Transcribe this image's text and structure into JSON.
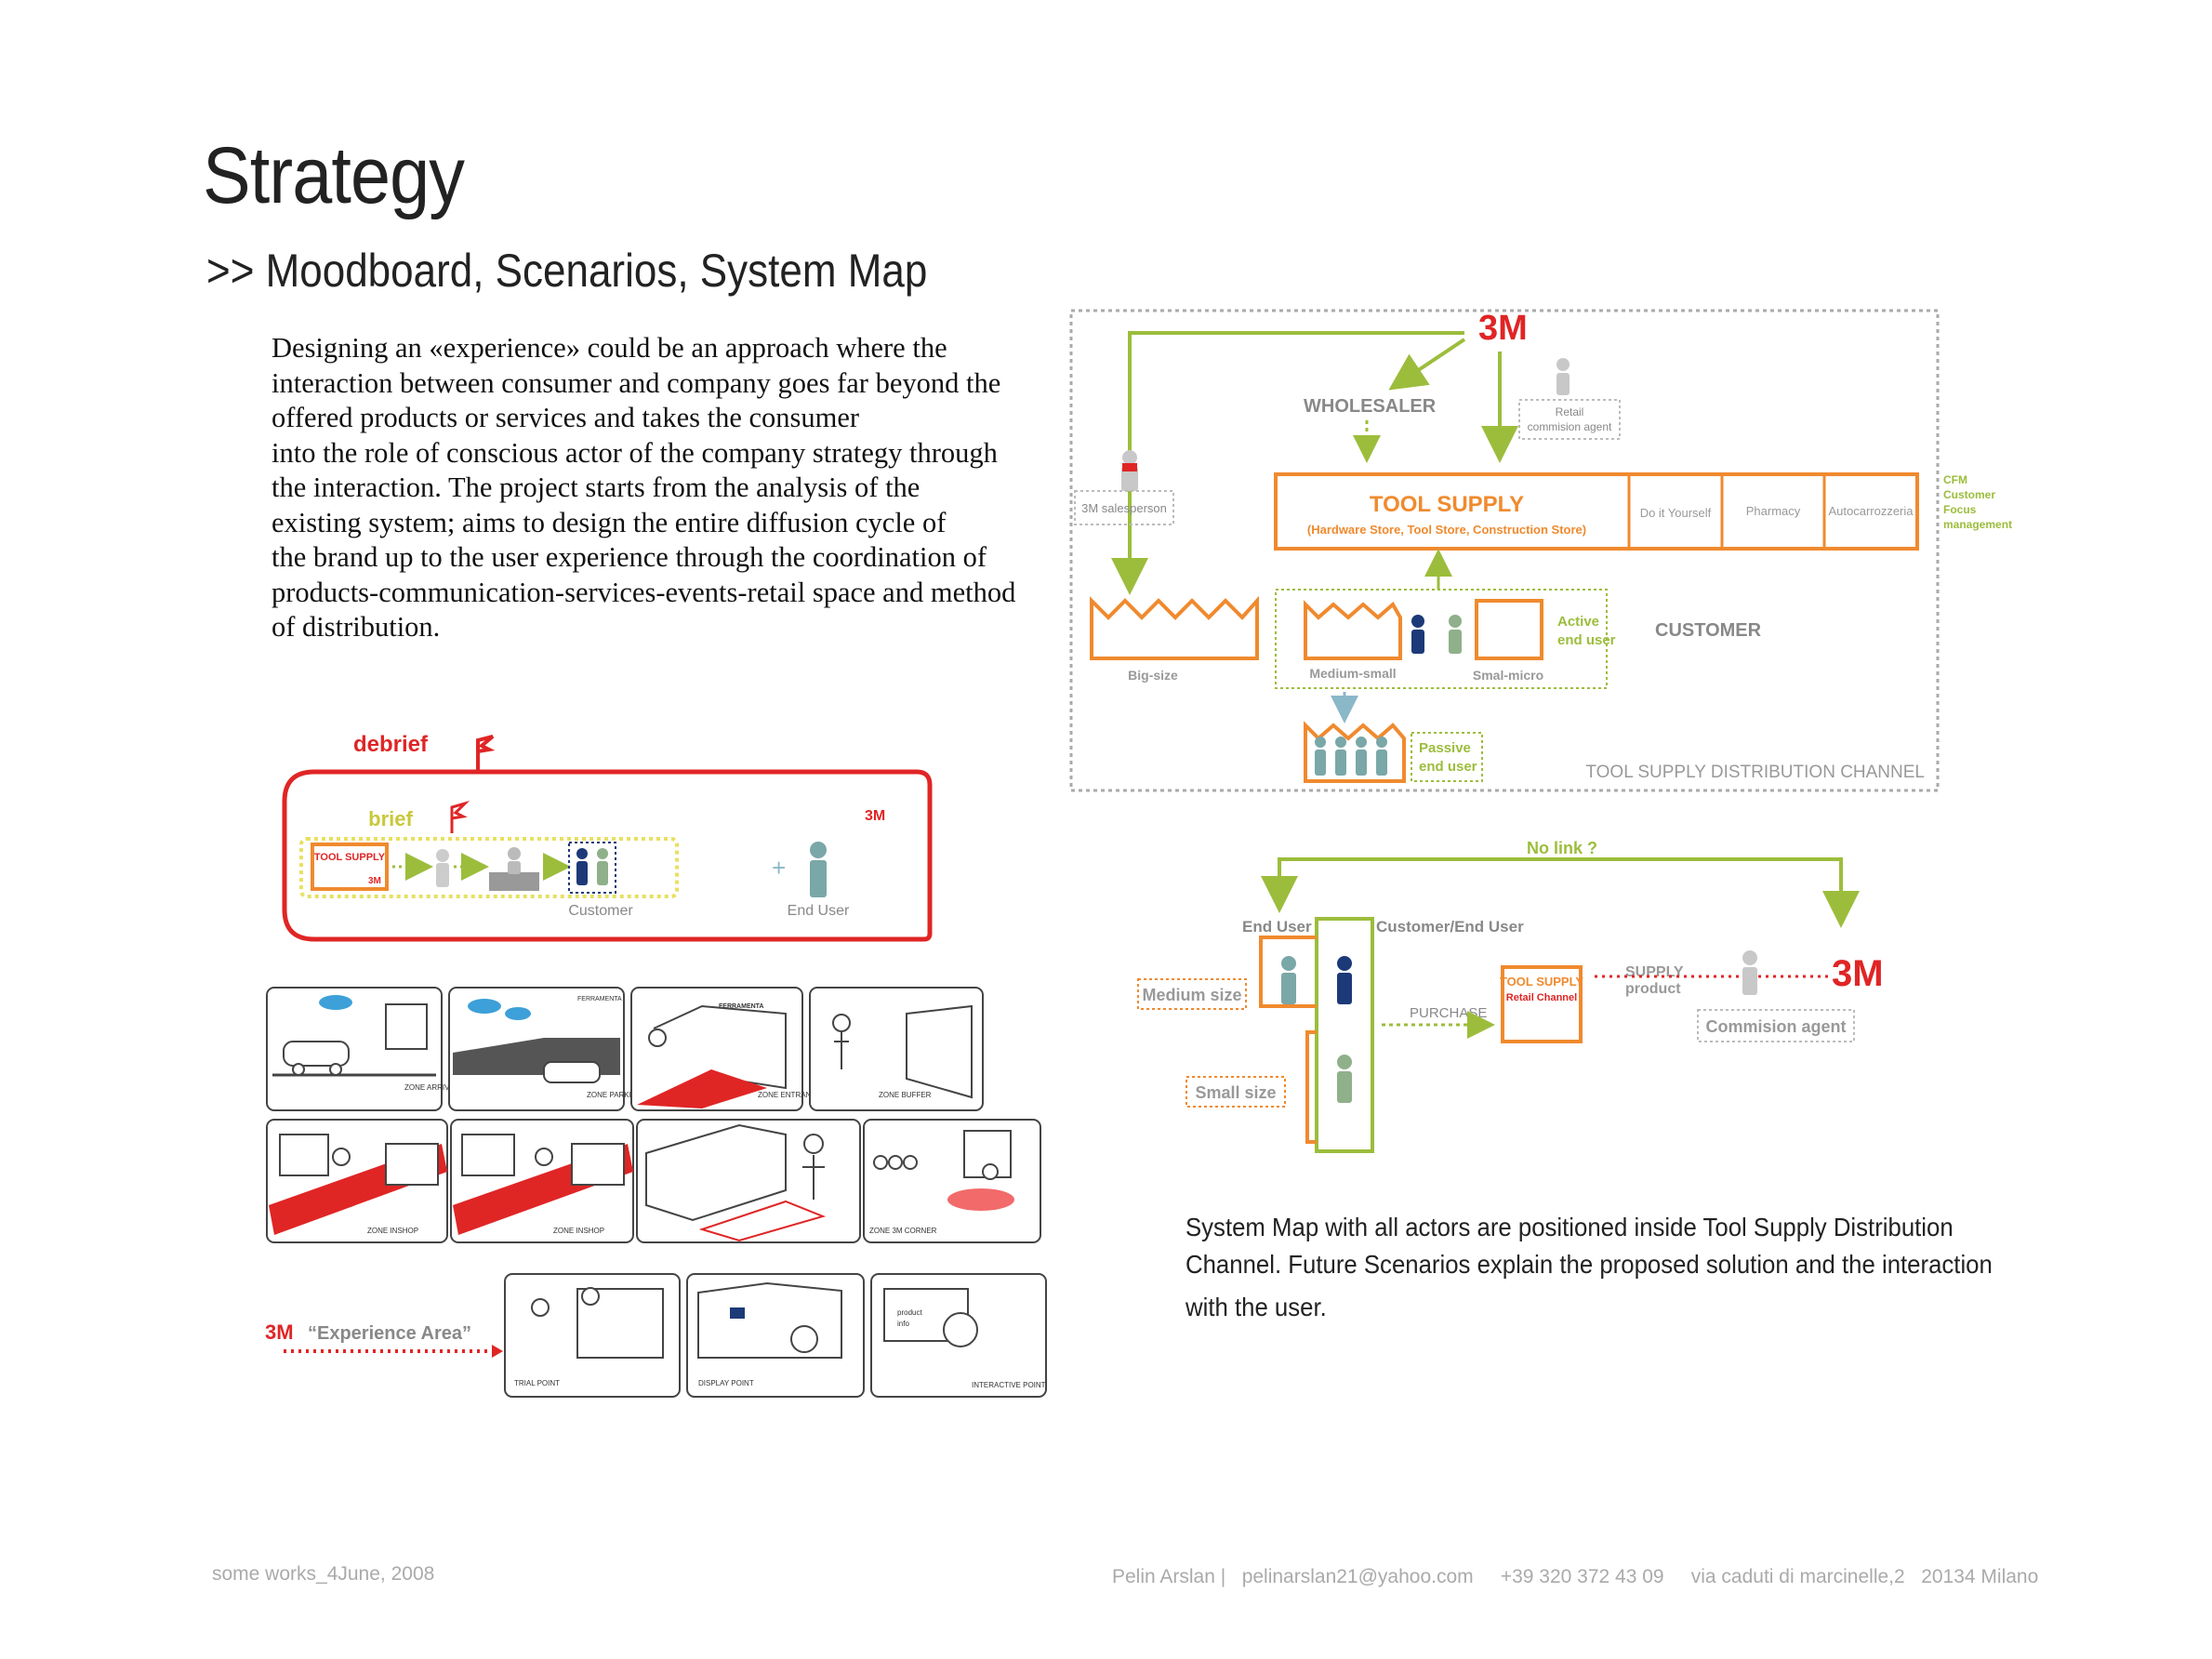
{
  "page": {
    "title": "Strategy",
    "subtitle": ">> Moodboard, Scenarios, System Map",
    "intro_lines": [
      "Designing an «experience» could be an approach where the",
      "interaction between consumer and company goes far beyond the",
      "offered products or services and takes the consumer",
      "into the role of conscious actor of the company strategy through",
      "the interaction. The project starts from the analysis of the",
      "existing system; aims to design the entire diffusion cycle of",
      "the brand up to the user experience through the coordination of",
      "products-communication-services-events-retail space and method",
      "of distribution."
    ],
    "caption_lines": [
      "System Map with all actors are positioned inside Tool Supply Distribution",
      "Channel. Future Scenarios explain the proposed solution and the interaction",
      "with the user."
    ]
  },
  "channel_map": {
    "brand": "3M",
    "wholesaler": "WHOLESALER",
    "retail_agent": [
      "Retail",
      "commision agent"
    ],
    "salesperson": "3M salesperson",
    "tool_supply": "TOOL SUPPLY",
    "tool_supply_sub": "(Hardware Store, Tool Store, Construction Store)",
    "channels": [
      "Do it Yourself",
      "Pharmacy",
      "Autocarrozzeria"
    ],
    "cfm": [
      "CFM",
      "Customer",
      "Focus",
      "management"
    ],
    "big": "Big-size",
    "medium": "Medium-small",
    "small": "Smal-micro",
    "active": [
      "Active",
      "end user"
    ],
    "customer": "CUSTOMER",
    "passive": [
      "Passive",
      "end user"
    ],
    "footer": "TOOL SUPPLY DISTRIBUTION CHANNEL"
  },
  "future_map": {
    "no_link": "No link ?",
    "end_user": "End User",
    "customer_end_user": "Customer/End User",
    "medium": "Medium size",
    "small": "Small size",
    "purchase": "PURCHASE",
    "tool_supply": "TOOL SUPPLY",
    "retail_channel": "Retail Channel",
    "supply": "SUPPLY",
    "product": "product",
    "brand": "3M",
    "agent": "Commision agent"
  },
  "brief_diagram": {
    "debrief": "debrief",
    "brief": "brief",
    "tool_supply": "TOOL SUPPLY",
    "brand": "3M",
    "customer": "Customer",
    "end_user": "End User"
  },
  "storyboard": {
    "row1": [
      "ZONE ARRIVAL",
      "ZONE PARKING",
      "ZONE ENTRANCE",
      "ZONE BUFFER"
    ],
    "row2": [
      "ZONE INSHOP",
      "ZONE INSHOP",
      "",
      "ZONE 3M CORNER"
    ],
    "row3": [
      "TRIAL POINT",
      "DISPLAY POINT",
      "INTERACTIVE POINT"
    ],
    "ferramenta": "FERRAMENTA",
    "brand": "3M",
    "experience": "“Experience Area”",
    "product_info": [
      "product",
      "info"
    ]
  },
  "footer": {
    "left": "some works_4June, 2008",
    "right": "Pelin Arslan |   pelinarslan21@yahoo.com     +39 320 372 43 09     via caduti di marcinelle,2   20134 Milano"
  },
  "colors": {
    "orange": "#f08a2e",
    "green": "#9cbd3c",
    "red": "#e02525",
    "navy": "#1c3a78",
    "sage": "#8fb08a",
    "teal": "#7aa7a7"
  }
}
